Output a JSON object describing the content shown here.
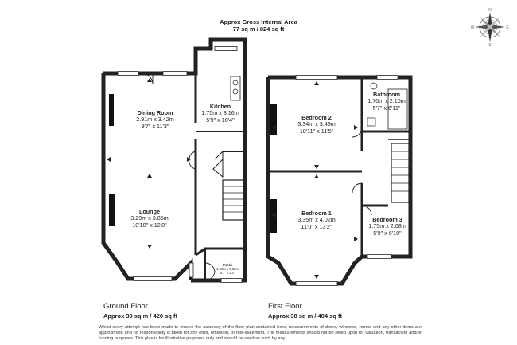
{
  "header": {
    "title": "Approx Gross Internal Area",
    "area": "77 sq m / 824 sq ft"
  },
  "compass": {
    "icon": "compass-rose-icon",
    "labels": [
      "N",
      "E",
      "S",
      "W"
    ]
  },
  "floors": [
    {
      "name": "Ground Floor",
      "area": "Approx 39 sq m / 420 sq ft",
      "rooms": [
        {
          "name": "Dining Room",
          "metric": "2.91m x 3.42m",
          "imperial": "9'7\" x 11'3\""
        },
        {
          "name": "Kitchen",
          "metric": "1.75m x 3.16m",
          "imperial": "5'9\" x 10'4\""
        },
        {
          "name": "Lounge",
          "metric": "3.29m x 3.85m",
          "imperial": "10'10\" x 12'8\""
        },
        {
          "name": "Porch",
          "metric": "1.69m x 0.68m",
          "imperial": "5'7\" x 2'3\""
        }
      ]
    },
    {
      "name": "First Floor",
      "area": "Approx 38 sq m / 404 sq ft",
      "rooms": [
        {
          "name": "Bedroom 2",
          "metric": "3.34m x 3.49m",
          "imperial": "10'11\" x 11'5\""
        },
        {
          "name": "Bathroom",
          "metric": "1.70m x 2.10m",
          "imperial": "5'7\" x 6'11\""
        },
        {
          "name": "Bedroom 1",
          "metric": "3.35m x 4.02m",
          "imperial": "11'0\" x 13'2\""
        },
        {
          "name": "Bedroom 3",
          "metric": "1.75m x 2.08m",
          "imperial": "5'9\" x 6'10\""
        }
      ]
    }
  ],
  "disclaimer": "Whilst every attempt has been made to ensure the accuracy of the floor plan contained here, measurements of doors, windows, rooms and any other items are approximate and no responsibility is taken for any error, omission, or mis-statement. The measurements should not be relied upon for valuation, transaction and/or funding purposes. This plan is for illustrative purposes only and should be used as such by any"
}
